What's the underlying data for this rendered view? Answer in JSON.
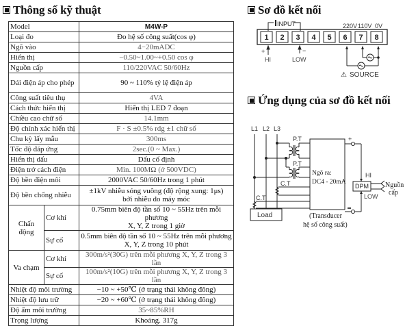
{
  "spec_section": {
    "title": "Thông số kỹ thuật",
    "rows": [
      {
        "label": "Model",
        "value": "M4W-P"
      },
      {
        "label": "Loại đo",
        "value": "Đo hệ số công suất(cos φ)"
      },
      {
        "label": "Ngõ vào",
        "value": "4−20mADC"
      },
      {
        "label": "Hiển thị",
        "value": "−0.50~1.00~+0.50 cos φ"
      },
      {
        "label": "Nguồn cấp",
        "value": "110/220VAC 50/60Hz"
      },
      {
        "label": "Dải điện áp cho phép",
        "value": "90 ~ 110% tỷ lệ điện áp"
      },
      {
        "label": "Công suất tiêu thụ",
        "value": "4VA"
      },
      {
        "label": "Cách thức hiển thị",
        "value": "Hiển thị LED 7 đoạn"
      },
      {
        "label": "Chiều cao chữ số",
        "value": "14.1mm"
      },
      {
        "label": "Độ chính xác hiển thị",
        "value": "F · S ±0.5% rdg ±1 chữ số"
      },
      {
        "label": "Chu kỳ lấy mẫu",
        "value": "300ms"
      },
      {
        "label": "Tốc độ đáp ứng",
        "value": "2sec.(0 ~ Max.)"
      },
      {
        "label": "Hiển thị dấu",
        "value": "Dấu cố định"
      },
      {
        "label": "Điện trở cách điện",
        "value": "Min. 100MΩ (ở 500VDC)"
      },
      {
        "label": "Độ bền điện môi",
        "value": "2000VAC 50/60Hz trong 1 phút"
      },
      {
        "label": "Độ bền chống nhiễu",
        "value_line1": "±1kV nhiễu sóng vuông (độ rộng xung: 1μs)",
        "value_line2": "bởi nhiễu do máy móc"
      }
    ],
    "vibration": {
      "label_line1": "Chấn",
      "label_line2": "động",
      "mechanical_label": "Cơ khí",
      "mechanical_value_line1": "0.75mm biên độ tần số 10 ~ 55Hz trên mỗi phương",
      "mechanical_value_line2": "X, Y, Z trong 1 giờ",
      "malfunction_label": "Sự cố",
      "malfunction_value_line1": "0.5mm biên độ tần số 10 ~ 55Hz trên mỗi phương",
      "malfunction_value_line2": "X, Y, Z trong 10 phút"
    },
    "shock": {
      "label": "Va chạm",
      "mechanical_label": "Cơ khí",
      "mechanical_value": "300m/s²(30G) trên mỗi phương X, Y, Z trong 3 lần",
      "malfunction_label": "Sự cố",
      "malfunction_value": "100m/s²(10G) trên mỗi phương X, Y, Z trong 3 lần"
    },
    "tail_rows": [
      {
        "label": "Nhiệt độ môi trường",
        "value": "−10 ~ +50℃ (ở trạng thái không đông)"
      },
      {
        "label": "Nhiệt độ lưu trữ",
        "value": "−20 ~ +60℃ (ở trạng thái không đông)"
      },
      {
        "label": "Độ ẩm môi trường",
        "value": "35~85%RH"
      },
      {
        "label": "Trọng lượng",
        "value": "Khoảng. 317g"
      }
    ]
  },
  "connection_section": {
    "title": "Sơ đồ kết nối",
    "input_label": "INPUT",
    "terminals": [
      "1",
      "2",
      "3",
      "4",
      "5",
      "6",
      "7",
      "8"
    ],
    "voltage_labels": [
      "220V",
      "110V",
      "0V"
    ],
    "plus_sign": "+",
    "minus_sign": "−",
    "hi_label": "HI",
    "low_label": "LOW",
    "source_label": "SOURCE",
    "warning_glyph": "⚠"
  },
  "application_section": {
    "title": "Ứng dụng của sơ đồ kết nối",
    "lines": [
      "L1",
      "L2",
      "L3"
    ],
    "pt_label": "P.T",
    "ct_label": "C.T",
    "output_line1": "Ngõ ra:",
    "output_line2": "DC4 - 20mA",
    "plus_sign": "+",
    "minus_sign": "−",
    "hi_label": "HI",
    "low_label": "LOW",
    "dpm_label": "DPM",
    "supply_line1": "Nguồn",
    "supply_line2": "cấp",
    "load_label": "Load",
    "transducer_line1": "(Transducer",
    "transducer_line2": "hệ số công suất)"
  }
}
